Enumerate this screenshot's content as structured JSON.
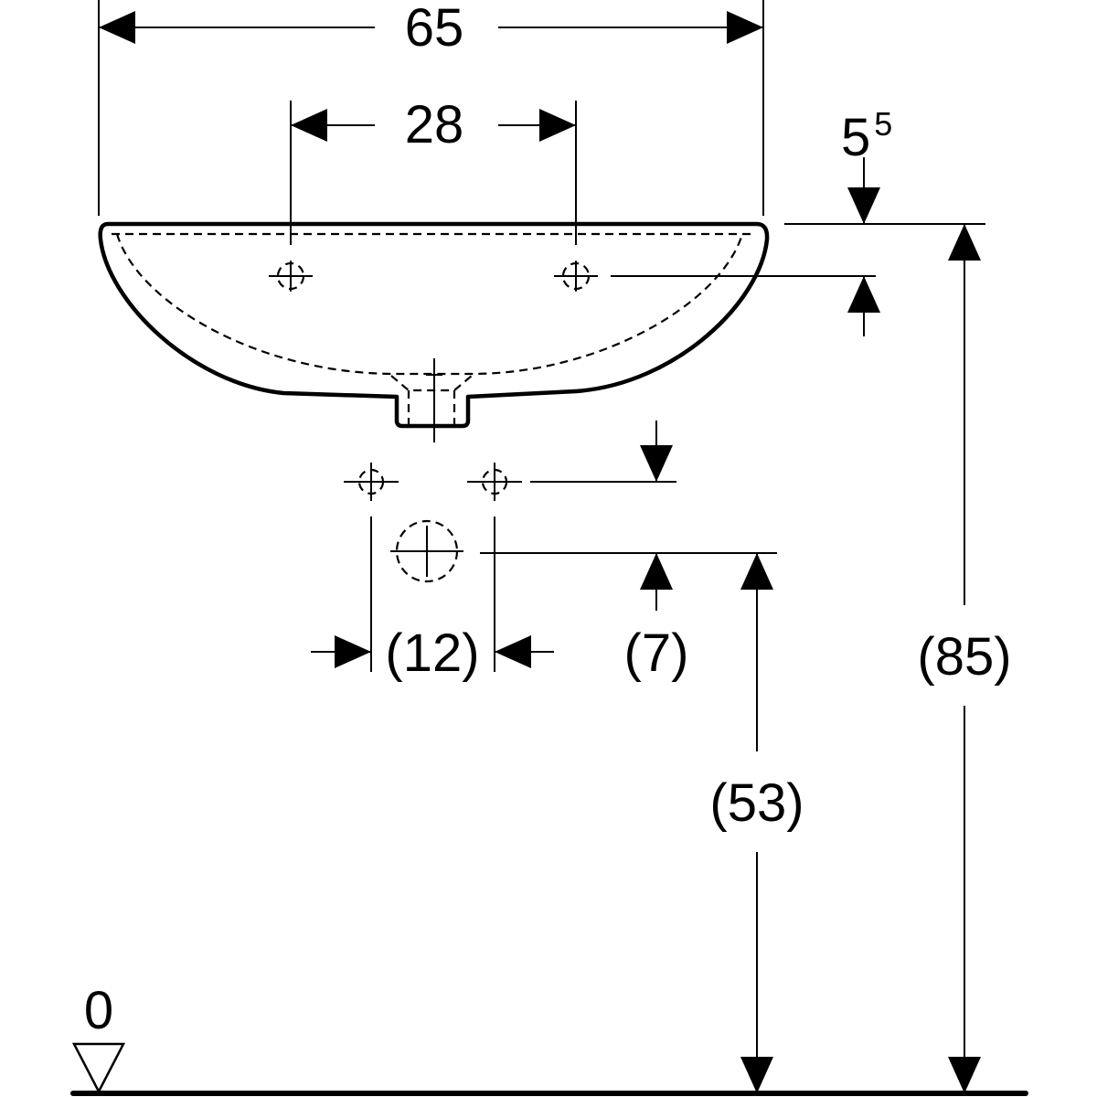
{
  "title": "Washbasin dimension drawing",
  "dimensions": {
    "overall_width": "65",
    "tap_hole_spacing": "28",
    "tap_hole_offset_main": "5",
    "tap_hole_offset_sup": "5",
    "supply_spacing": "(12)",
    "supply_offset": "(7)",
    "waste_height": "(53)",
    "rim_height": "(85)",
    "floor_level": "0"
  },
  "colors": {
    "line": "#000000",
    "background": "#ffffff"
  }
}
